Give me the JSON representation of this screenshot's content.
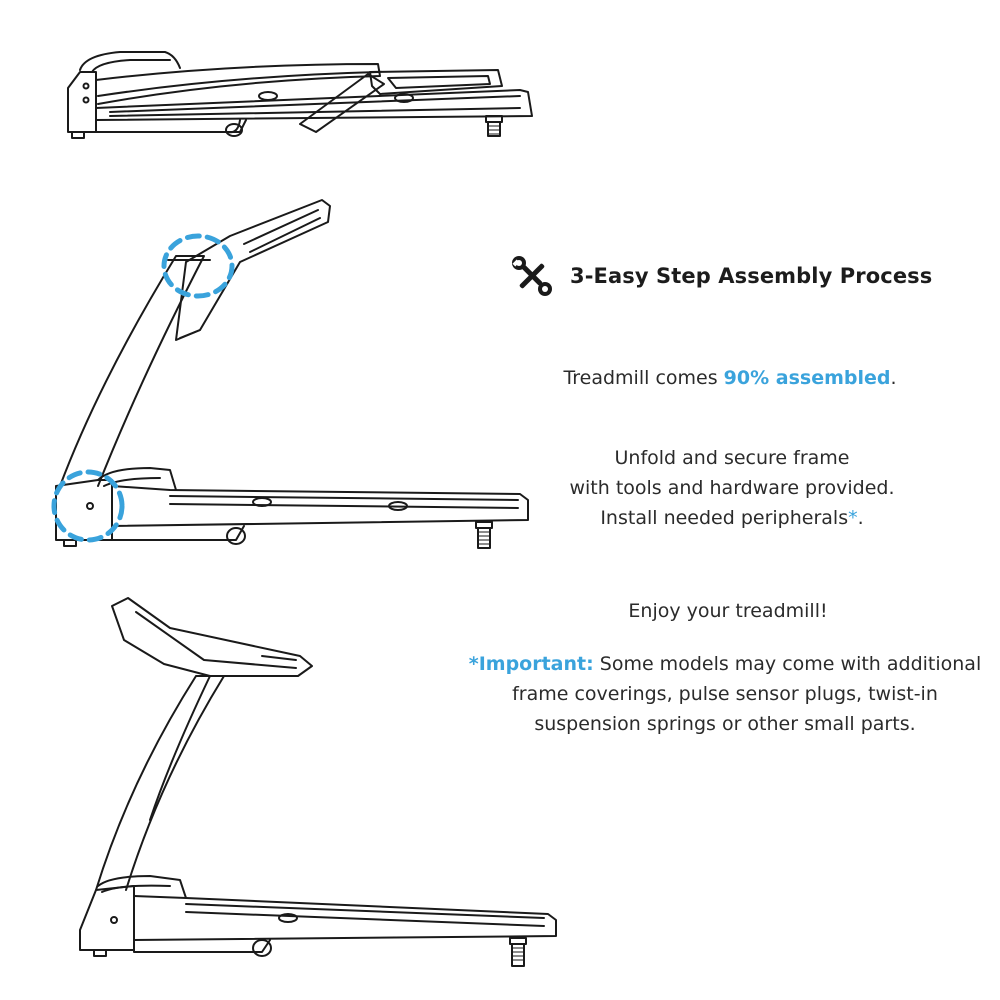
{
  "colors": {
    "accent": "#3aa3dc",
    "text": "#2b2b2b",
    "line_art": "#1a1a1a"
  },
  "heading": {
    "icon": "wrench-screwdriver-icon",
    "title": "3-Easy Step Assembly Process"
  },
  "step1": {
    "prefix": "Treadmill comes ",
    "highlight": "90% assembled",
    "suffix": "."
  },
  "step2": {
    "line1": "Unfold and secure frame",
    "line2": "with tools and hardware provided.",
    "line3_text": "Install needed peripherals",
    "line3_mark": "*",
    "line3_end": "."
  },
  "step3": {
    "text": "Enjoy your treadmill!"
  },
  "note": {
    "label": "*Important:",
    "line1_rest": " Some models may come with additional",
    "line2": "frame coverings, pulse sensor plugs, twist-in",
    "line3": "suspension springs or other small parts."
  }
}
